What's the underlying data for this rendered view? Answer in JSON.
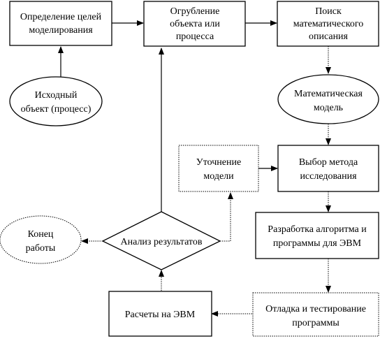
{
  "nodes": {
    "goals": [
      "Определение целей",
      "моделирования"
    ],
    "simplify": [
      "Огрубление",
      "объекта или",
      "процесса"
    ],
    "search": [
      "Поиск",
      "математического",
      "описания"
    ],
    "source": [
      "Исходный",
      "объект (процесс)"
    ],
    "model": [
      "Математическая",
      "модель"
    ],
    "refine": [
      "Уточнение",
      "модели"
    ],
    "method": [
      "Выбор метода",
      "исследования"
    ],
    "end": [
      "Конец",
      "работы"
    ],
    "analysis": [
      "Анализ результатов"
    ],
    "algorithm": [
      "Разработка алгоритма и",
      "программы для ЭВМ"
    ],
    "calc": [
      "Расчеты на ЭВМ"
    ],
    "debug": [
      "Отладка и тестирование",
      "программы"
    ]
  }
}
